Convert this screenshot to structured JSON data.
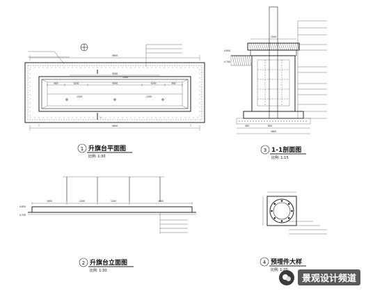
{
  "views": {
    "plan": {
      "number": "1",
      "title": "升旗台平面图",
      "scale": "比例: 1:30"
    },
    "section": {
      "number": "3",
      "title": "1-1剖面图",
      "scale": "比例: 1:15"
    },
    "elevation": {
      "number": "2",
      "title": "升旗台立面图",
      "scale": "比例: 1:30"
    },
    "detail": {
      "number": "4",
      "title": "预埋件大样",
      "scale": "比例: 1:20"
    }
  },
  "plan_dims": {
    "top_total": "5600",
    "inner_total": "5160",
    "mid": "3500",
    "bottom_total": "5600",
    "segments": [
      "900",
      "1200",
      "3500",
      "1200",
      "900"
    ],
    "section_mark": "1"
  },
  "section_dims": {
    "bottom_a": "400",
    "bottom_b": "800",
    "bottom_total": "1600",
    "top": "1500",
    "elev": "4.650",
    "elev2": "0.700"
  },
  "elevation_dims": {
    "segments": [
      "1600",
      "1200",
      "1200",
      "1600"
    ],
    "elev": "4.650",
    "elev2": "0.700"
  },
  "watermark": {
    "text": "景观设计频道"
  }
}
